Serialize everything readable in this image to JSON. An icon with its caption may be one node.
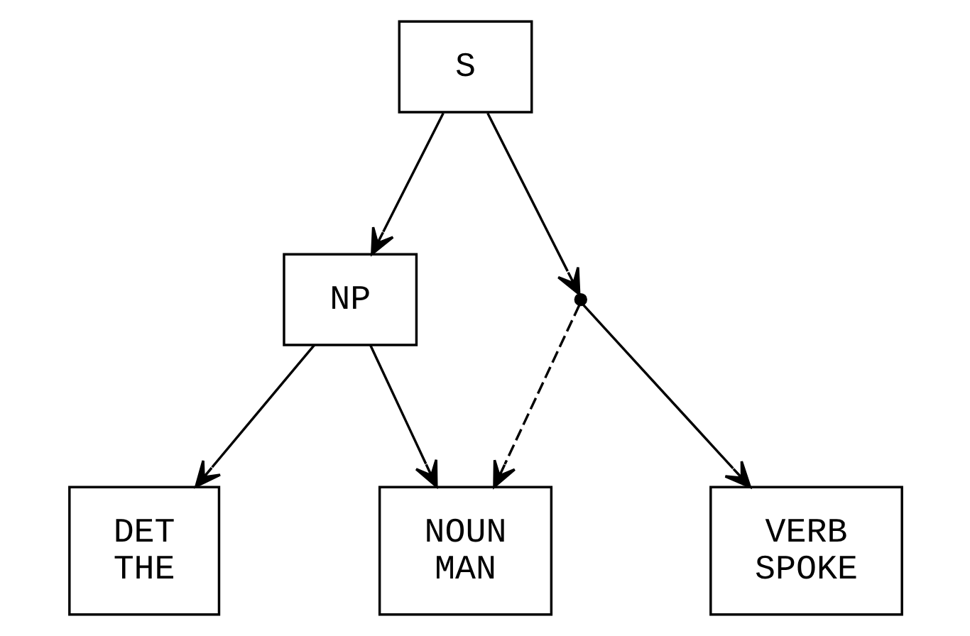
{
  "diagram": {
    "nodes": [
      {
        "text": [
          "S"
        ]
      },
      {
        "text": [
          "NP"
        ]
      },
      {
        "text": [],
        "shape": "point"
      },
      {
        "text": [
          "DET",
          "THE"
        ]
      },
      {
        "text": [
          "NOUN",
          "MAN"
        ]
      },
      {
        "text": [
          "VERB",
          "SPOKE"
        ]
      }
    ],
    "edges": [
      {
        "from": 0,
        "to": 1,
        "arrow": "to"
      },
      {
        "from": 0,
        "to": 2,
        "arrow": "to"
      },
      {
        "from": 1,
        "to": 3,
        "arrow": "to"
      },
      {
        "from": 1,
        "to": 4,
        "arrow": "to"
      },
      {
        "from": 2,
        "to": 4,
        "arrow": "to",
        "style": "dashed"
      },
      {
        "from": 2,
        "to": 5,
        "arrow": "to"
      }
    ]
  }
}
